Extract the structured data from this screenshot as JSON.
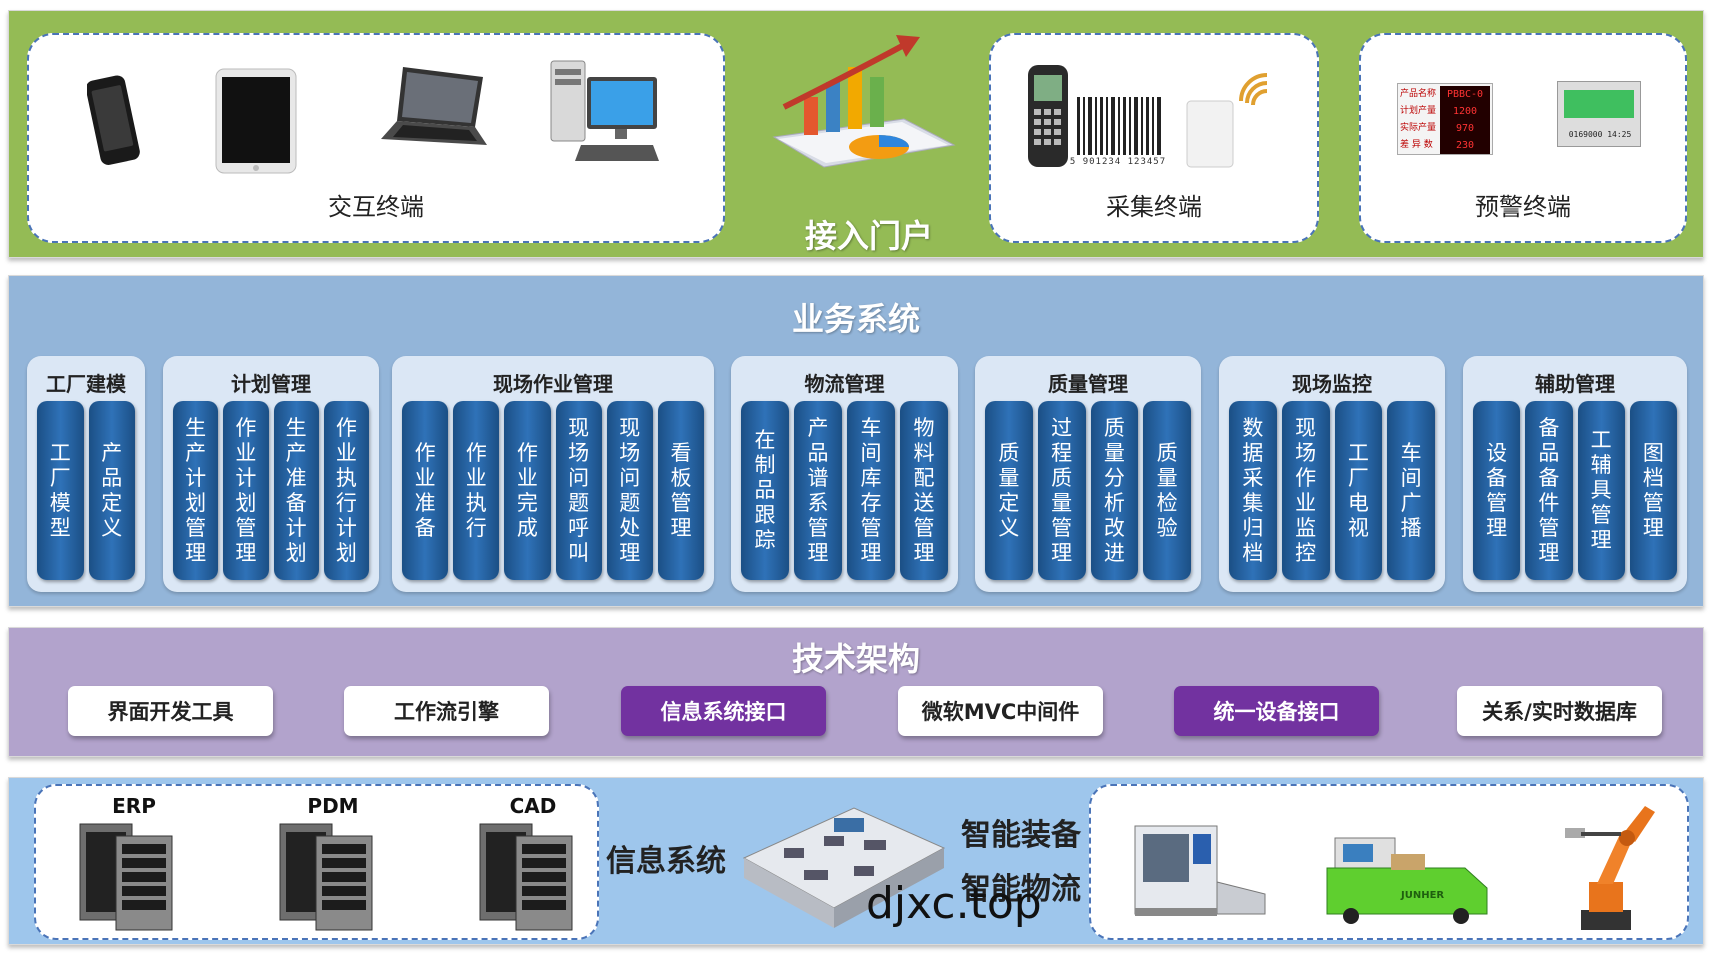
{
  "portal": {
    "title": "接入门户",
    "interactive_terminal_label": "交互终端",
    "collection_terminal_label": "采集终端",
    "warning_terminal_label": "预警终端",
    "barcode_number": "5 901234 123457",
    "warning_board_rows": [
      "产品名称",
      "计划产量",
      "实际产量",
      "差 异 数"
    ],
    "warning_board_values": [
      "PBBC-0",
      "1200",
      "970",
      "230"
    ],
    "warning_display_text": "0169000 14:25"
  },
  "business": {
    "title": "业务系统",
    "groups": [
      {
        "title": "工厂建模",
        "items": [
          "工厂模型",
          "产品定义"
        ]
      },
      {
        "title": "计划管理",
        "items": [
          "生产计划管理",
          "作业计划管理",
          "生产准备计划",
          "作业执行计划"
        ]
      },
      {
        "title": "现场作业管理",
        "items": [
          "作业准备",
          "作业执行",
          "作业完成",
          "现场问题呼叫",
          "现场问题处理",
          "看板管理"
        ]
      },
      {
        "title": "物流管理",
        "items": [
          "在制品跟踪",
          "产品谱系管理",
          "车间库存管理",
          "物料配送管理"
        ]
      },
      {
        "title": "质量管理",
        "items": [
          "质量定义",
          "过程质量管理",
          "质量分析改进",
          "质量检验"
        ]
      },
      {
        "title": "现场监控",
        "items": [
          "数据采集归档",
          "现场作业监控",
          "工厂电视",
          "车间广播"
        ]
      },
      {
        "title": "辅助管理",
        "items": [
          "设备管理",
          "备品备件管理",
          "工辅具管理",
          "图档管理"
        ]
      }
    ]
  },
  "tech": {
    "title": "技术架构",
    "buttons": [
      {
        "label": "界面开发工具",
        "highlight": false
      },
      {
        "label": "工作流引擎",
        "highlight": false
      },
      {
        "label": "信息系统接口",
        "highlight": true
      },
      {
        "label": "微软MVC中间件",
        "highlight": false
      },
      {
        "label": "统一设备接口",
        "highlight": true
      },
      {
        "label": "关系/实时数据库",
        "highlight": false
      }
    ]
  },
  "info": {
    "servers": [
      "ERP",
      "PDM",
      "CAD"
    ],
    "info_system_label": "信息系统",
    "smart_equipment_label": "智能装备",
    "smart_logistics_label": "智能物流",
    "agv_brand": "JUNHER",
    "watermark": "djxc.top"
  }
}
